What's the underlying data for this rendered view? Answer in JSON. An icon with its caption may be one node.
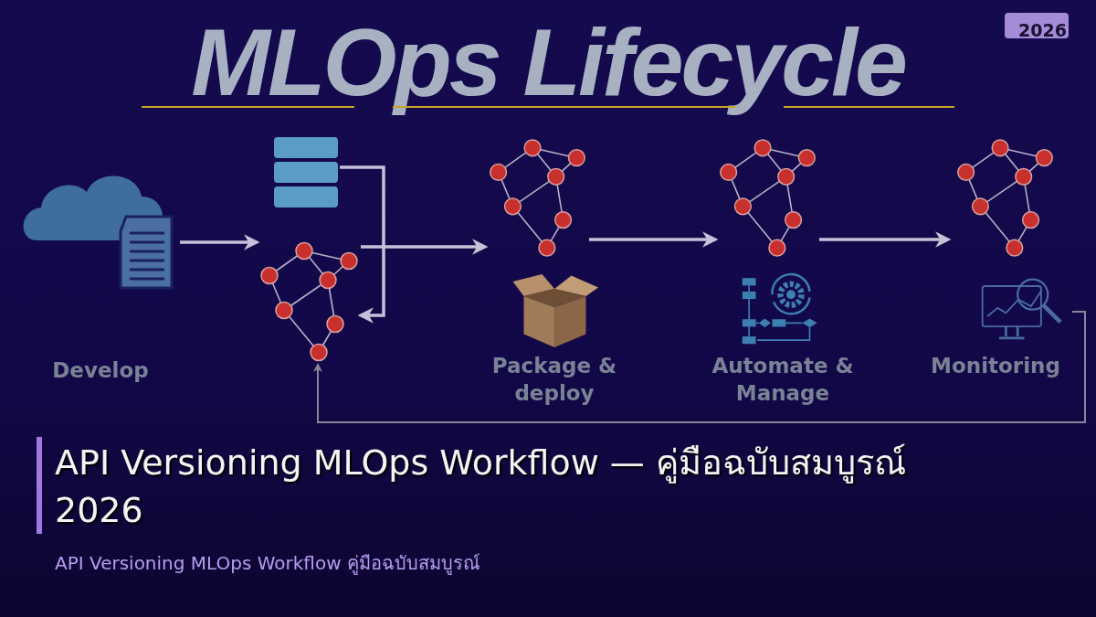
{
  "diagram": {
    "title": "MLOps Lifecycle",
    "nodes": [
      {
        "text": [],
        "shape": "picture"
      },
      {
        "text": [],
        "shape": "picture"
      },
      {
        "text": [],
        "shape": "picture"
      },
      {
        "text": [],
        "shape": "picture"
      },
      {
        "text": [],
        "shape": "picture"
      },
      {
        "text": [],
        "shape": "picture"
      },
      {
        "text": [],
        "shape": "picture"
      },
      {
        "text": [],
        "shape": "picture"
      },
      {
        "text": [],
        "shape": "picture"
      }
    ],
    "edges": [
      {
        "from": 0,
        "to": 2,
        "arrow": "to"
      },
      {
        "from": 1,
        "to": 2,
        "arrow": "to"
      },
      {
        "from": 2,
        "to": 3,
        "arrow": "to"
      },
      {
        "from": 3,
        "to": 4,
        "arrow": "to"
      },
      {
        "from": 4,
        "to": 5,
        "arrow": "to"
      },
      {
        "from": 8,
        "to": 2,
        "arrow": "to",
        "color": "#8a849a"
      }
    ],
    "labels": [
      "2026",
      "Develop",
      "Package & deploy",
      "Automate & Manage",
      "Monitoring",
      "API Versioning MLOps Workflow — คู่มือฉบับสมบูรณ์ 2026",
      "API Versioning MLOps Workflow คู่มือฉบับสมบูรณ์"
    ]
  }
}
